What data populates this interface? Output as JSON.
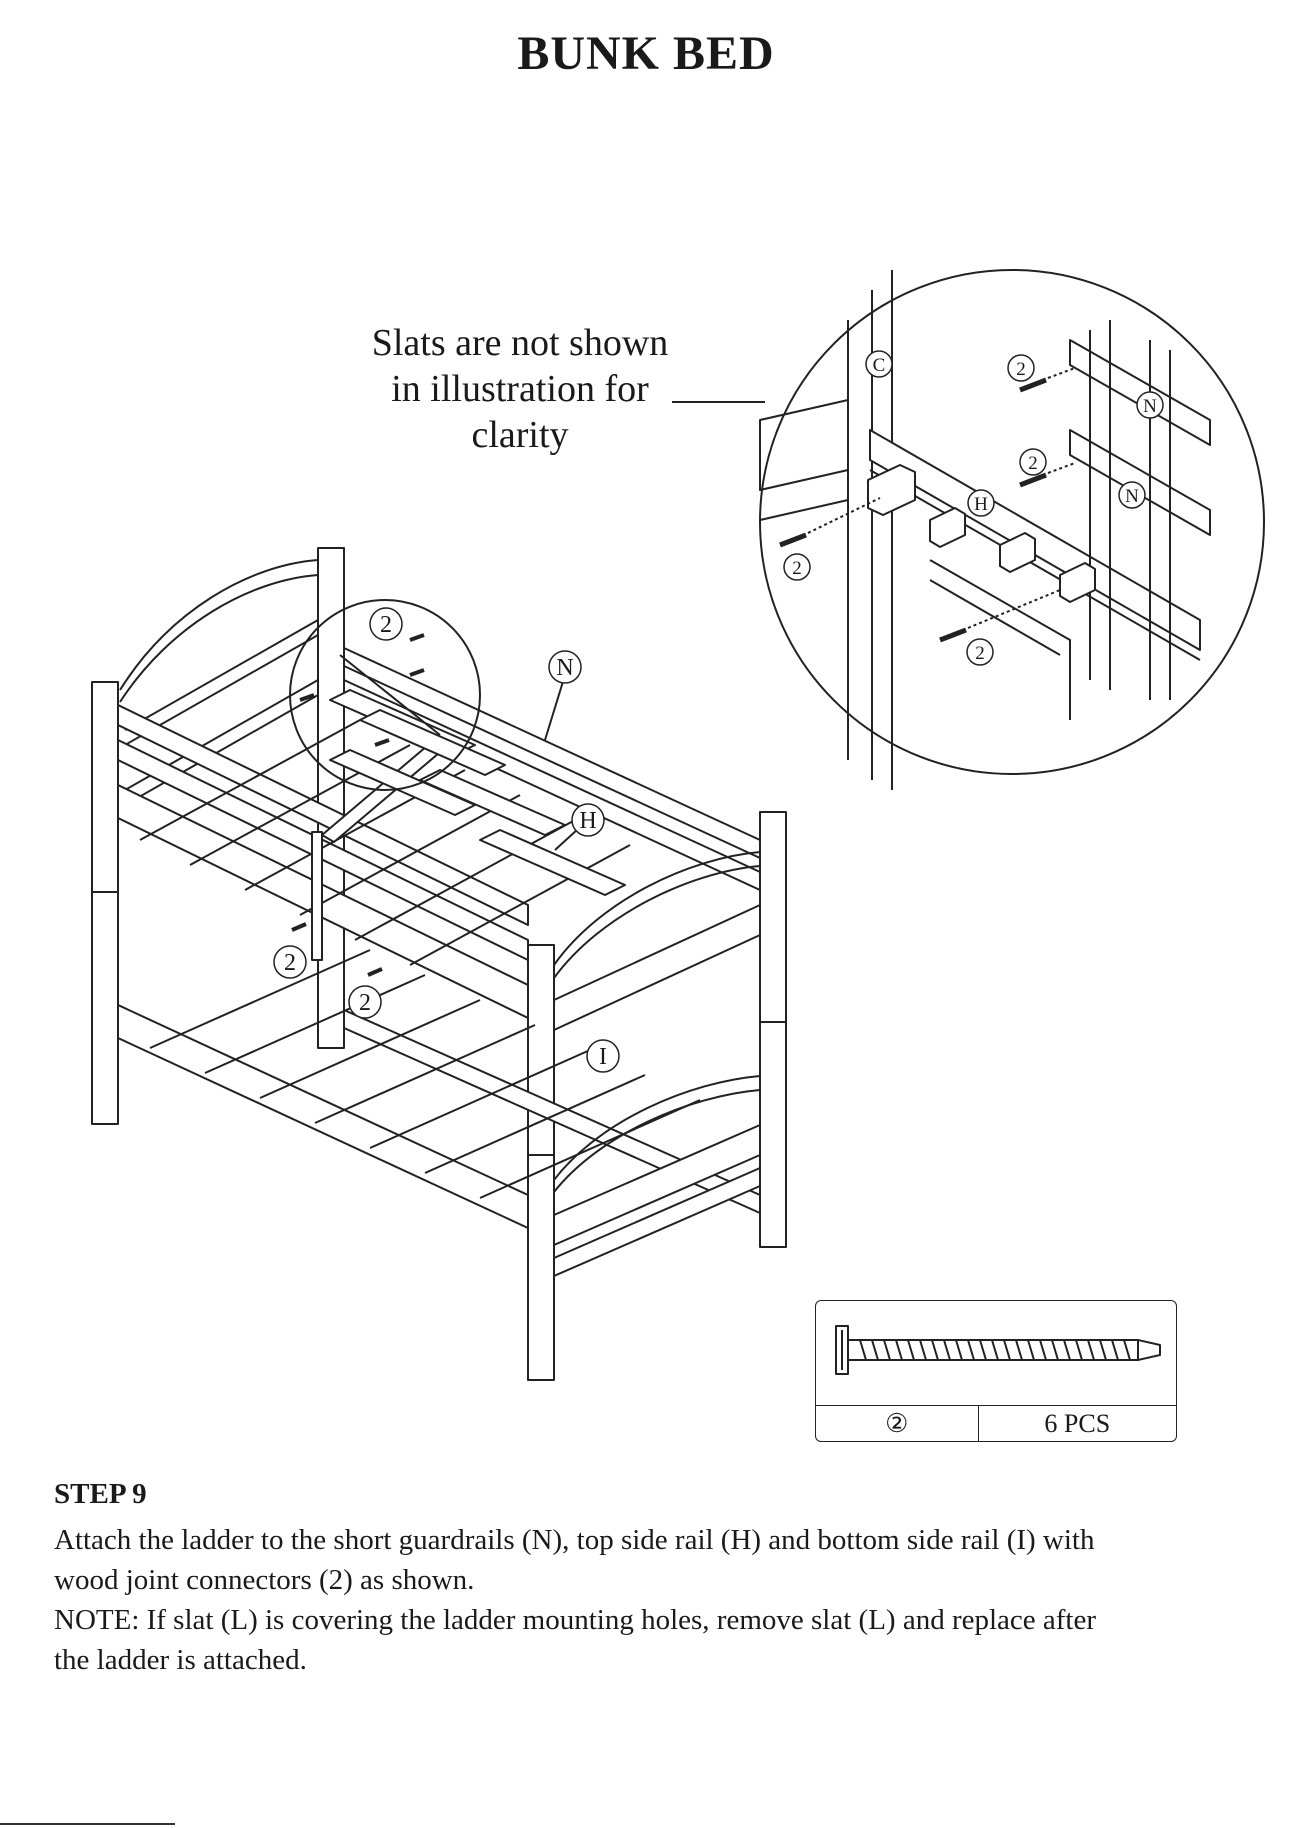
{
  "title": "BUNK BED",
  "callout": {
    "line1": "Slats are not shown",
    "line2": "in illustration for",
    "line3": "clarity"
  },
  "part_labels": {
    "connector": "2",
    "guardrail": "N",
    "top_rail": "H",
    "bottom_rail": "I",
    "post": "C"
  },
  "hardware": {
    "id": "②",
    "quantity": "6 PCS"
  },
  "step": {
    "heading": "STEP 9",
    "line1": "Attach the ladder to the short guardrails (N), top side rail (H) and bottom side rail (I) with",
    "line2": "wood joint connectors (2) as shown.",
    "line3": "NOTE:  If slat (L) is covering the ladder mounting holes, remove slat (L) and replace after",
    "line4": "the ladder is attached."
  }
}
